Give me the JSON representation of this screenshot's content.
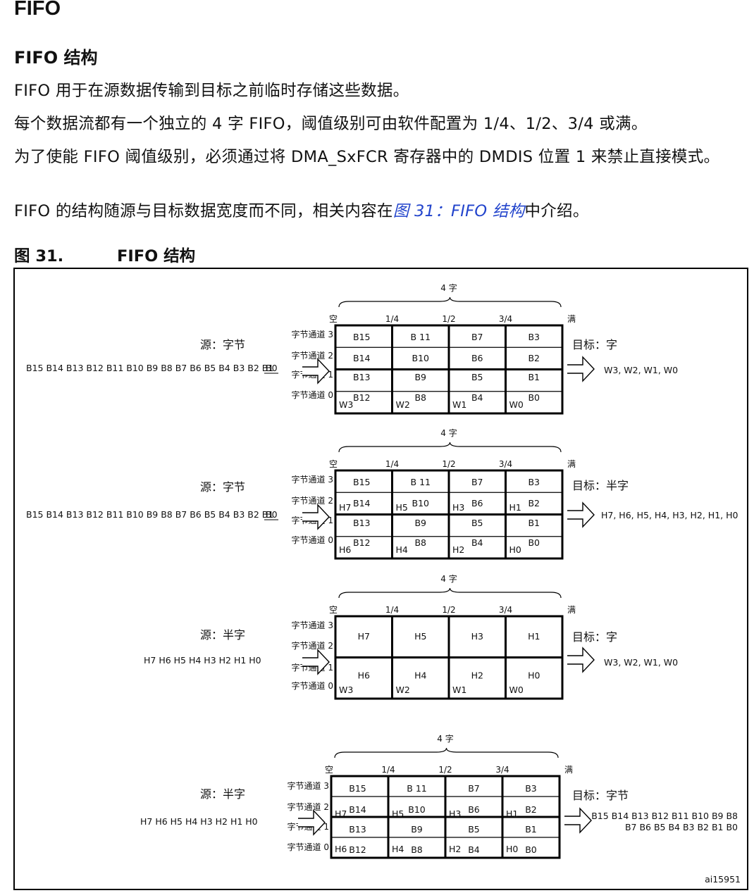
{
  "section_title": "FIFO",
  "subsection_title": "FIFO 结构",
  "paragraphs": {
    "p1": "FIFO 用于在源数据传输到目标之前临时存储这些数据。",
    "p2": "每个数据流都有一个独立的 4 字 FIFO，阈值级别可由软件配置为 1/4、1/2、3/4 或满。",
    "p3": "为了使能 FIFO 阈值级别，必须通过将 DMA_SxFCR 寄存器中的 DMDIS 位置 1 来禁止直接模式。",
    "p4_before": "FIFO 的结构随源与目标数据宽度而不同，相关内容在",
    "p4_link": "图 31：FIFO 结构",
    "p4_after": "中介绍。"
  },
  "figure": {
    "number": "图 31.",
    "title": "FIFO 结构",
    "id_label": "ai15951",
    "brace_label": "4 字",
    "levels": [
      "空",
      "1/4",
      "1/2",
      "3/4",
      "满"
    ],
    "lanes": [
      "字节通道 3",
      "字节通道 2",
      "字节通道 1",
      "字节通道 0"
    ],
    "diagrams": [
      {
        "source_label": "源：字节",
        "source_stream": [
          "B15 B14 B13 B12 B11 B10 B9 B8 B7 B6 B5 B4 B3 B2 B1",
          "B0"
        ],
        "dest_label": "目标：字",
        "dest_stream": [
          "W3, W2, W1, W0"
        ],
        "rows": [
          [
            "B15",
            "B 11",
            "B7",
            "B3"
          ],
          [
            "B14",
            "B10",
            "B6",
            "B2"
          ],
          [
            "B13",
            "B9",
            "B5",
            "B1"
          ],
          [
            "B12",
            "B8",
            "B4",
            "B0"
          ]
        ],
        "word_tags": [
          "W3",
          "W2",
          "W1",
          "W0"
        ],
        "half_tags_row2": [],
        "half_tags_row4": []
      },
      {
        "source_label": "源：字节",
        "source_stream": [
          "B15 B14 B13 B12 B11 B10 B9 B8 B7 B6 B5 B4 B3 B2 B1",
          "B0"
        ],
        "dest_label": "目标：半字",
        "dest_stream": [
          "H7, H6, H5, H4, H3, H2, H1, H0"
        ],
        "rows": [
          [
            "B15",
            "B 11",
            "B7",
            "B3"
          ],
          [
            "B14",
            "B10",
            "B6",
            "B2"
          ],
          [
            "B13",
            "B9",
            "B5",
            "B1"
          ],
          [
            "B12",
            "B8",
            "B4",
            "B0"
          ]
        ],
        "word_tags": [],
        "half_tags_row2": [
          "H7",
          "H5",
          "H3",
          "H1"
        ],
        "half_tags_row4": [
          "H6",
          "H4",
          "H2",
          "H0"
        ]
      },
      {
        "source_label": "源：半字",
        "source_stream": [
          "H7 H6 H5 H4 H3 H2 H1 H0"
        ],
        "dest_label": "目标：字",
        "dest_stream": [
          "W3, W2, W1, W0"
        ],
        "half_cells_top": [
          "H7",
          "H5",
          "H3",
          "H1"
        ],
        "half_cells_bottom": [
          "H6",
          "H4",
          "H2",
          "H0"
        ],
        "word_tags": [
          "W3",
          "W2",
          "W1",
          "W0"
        ]
      },
      {
        "source_label": "源：半字",
        "source_stream": [
          "H7 H6 H5 H4 H3 H2 H1 H0"
        ],
        "dest_label": "目标：字节",
        "dest_stream": [
          "B15 B14 B13 B12 B11 B10 B9 B8",
          "B7 B6 B5 B4 B3 B2 B1 B0"
        ],
        "rows": [
          [
            "B15",
            "B 11",
            "B7",
            "B3"
          ],
          [
            "B14",
            "B10",
            "B6",
            "B2"
          ],
          [
            "B13",
            "B9",
            "B5",
            "B1"
          ],
          [
            "B12",
            "B8",
            "B4",
            "B0"
          ]
        ],
        "word_tags": [],
        "half_tags_row2": [
          "H7",
          "H5",
          "H3",
          "H1"
        ],
        "half_tags_row4": [
          "H6",
          "H4",
          "H2",
          "H0"
        ]
      }
    ]
  }
}
